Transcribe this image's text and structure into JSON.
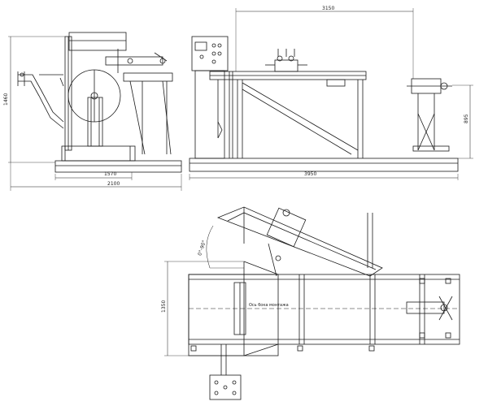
{
  "colors": {
    "line": "#1a1a1a",
    "background": "#ffffff"
  },
  "dimensions": {
    "left_height": "1460",
    "left_base": "1570",
    "left_overall": "2100",
    "right_top": "3150",
    "right_base": "3950",
    "right_height": "895",
    "plan_width": "1350",
    "plan_angle": "0°-90°"
  },
  "annotations": {
    "plan_note": "Ось бока монтажа"
  }
}
